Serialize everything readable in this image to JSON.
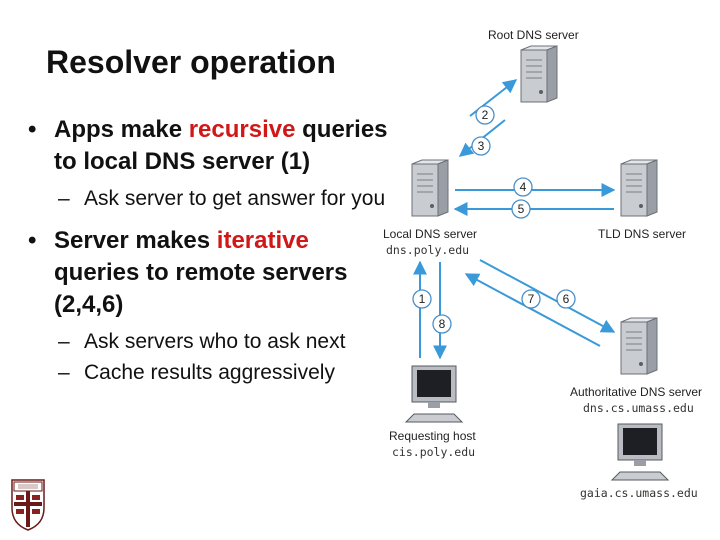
{
  "slide": {
    "title": "Resolver operation",
    "bullets": [
      {
        "pre": "Apps make ",
        "em": "recursive",
        "post": " queries to local DNS server (1)",
        "subs": [
          "Ask server to get answer for you"
        ]
      },
      {
        "pre": "Server makes ",
        "em": "iterative",
        "post": " queries to remote servers (2,4,6)",
        "subs": [
          "Ask servers who to ask next",
          "Cache results aggressively"
        ]
      }
    ]
  },
  "diagram": {
    "root": {
      "label": "Root DNS server"
    },
    "local": {
      "label": "Local DNS server",
      "host": "dns.poly.edu"
    },
    "tld": {
      "label": "TLD DNS server"
    },
    "auth": {
      "label": "Authoritative DNS server",
      "host": "dns.cs.umass.edu"
    },
    "requester": {
      "label": "Requesting host",
      "host": "cis.poly.edu"
    },
    "target": {
      "host": "gaia.cs.umass.edu"
    },
    "steps": [
      "1",
      "2",
      "3",
      "4",
      "5",
      "6",
      "7",
      "8"
    ]
  },
  "colors": {
    "emphasis": "#d01818",
    "arrow": "#3a9ad9",
    "step_circle": "#4a8fc9"
  }
}
